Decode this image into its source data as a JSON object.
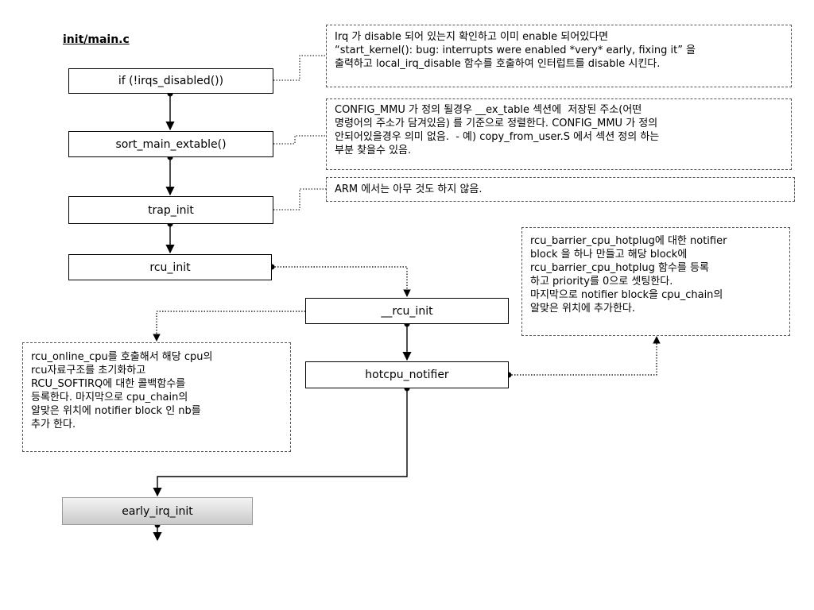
{
  "file_label": "init/main.c",
  "flow": {
    "irqs": "if (!irqs_disabled())",
    "sort": "sort_main_extable()",
    "trap": "trap_init",
    "rcu_init": "rcu_init",
    "rcu_init_inner": "__rcu_init",
    "hotcpu": "hotcpu_notifier",
    "early_irq": "early_irq_init"
  },
  "notes": {
    "irqs": "Irq 가 disable 되어 있는지 확인하고 이미 enable 되어있다면\n“start_kernel(): bug: interrupts were enabled *very* early, fixing it” 을\n출력하고 local_irq_disable 함수를 호출하여 인터럽트를 disable 시킨다.",
    "sort": "CONFIG_MMU 가 정의 될경우 __ex_table 섹션에  저장된 주소(어떤\n명령어의 주소가 담겨있음) 를 기준으로 정렬한다. CONFIG_MMU 가 정의\n안되어있을경우 의미 없음.  - 예) copy_from_user.S 에서 섹션 정의 하는\n부분 찾을수 있음.",
    "trap": "ARM 에서는 아무 것도 하지 않음.",
    "rcu_init": "rcu_online_cpu를 호출해서 해당 cpu의\nrcu자료구조를 초기화하고\nRCU_SOFTIRQ에 대한 콜백함수를\n등록한다. 마지막으로 cpu_chain의\n알맞은 위치에 notifier block 인 nb를\n추가 한다.",
    "hotcpu": "rcu_barrier_cpu_hotplug에 대한 notifier\nblock 을 하나 만들고 해당 block에\nrcu_barrier_cpu_hotplug 함수를 등록\n하고 priority를 0으로 셋팅한다.\n마지막으로 notifier block을 cpu_chain의\n알맞은 위치에 추가한다."
  }
}
